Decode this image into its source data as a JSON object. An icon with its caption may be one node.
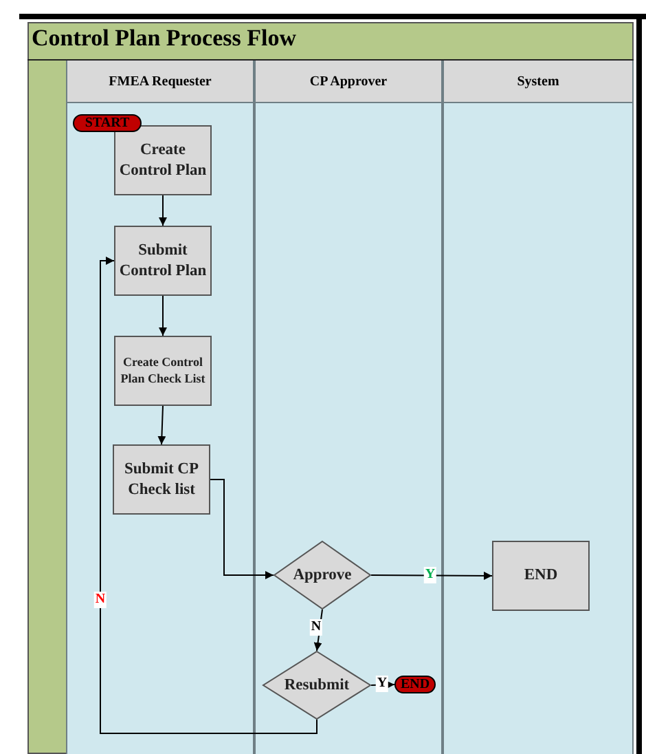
{
  "diagram": {
    "title": "Control Plan Process Flow",
    "nodes": [
      {
        "text": [
          "FMEA Requester"
        ]
      },
      {
        "text": [
          "CP Approver"
        ]
      },
      {
        "text": [
          "System"
        ]
      },
      {
        "text": [
          "START"
        ],
        "in": 0
      },
      {
        "text": [
          "Create Control Plan"
        ],
        "in": 0
      },
      {
        "text": [
          "Submit Control Plan"
        ],
        "in": 0
      },
      {
        "text": [
          "Create Control Plan Check List"
        ],
        "in": 0
      },
      {
        "text": [
          "Submit CP Check list"
        ],
        "in": 0
      },
      {
        "text": [
          "Approve"
        ],
        "in": 1
      },
      {
        "text": [
          "END"
        ],
        "in": 2
      },
      {
        "text": [
          "Resubmit"
        ],
        "in": 1
      },
      {
        "text": [
          "END"
        ],
        "in": 1
      }
    ],
    "edges": [
      {
        "from": 4,
        "to": 5,
        "arrow": "to"
      },
      {
        "from": 5,
        "to": 6,
        "arrow": "to"
      },
      {
        "from": 6,
        "to": 7,
        "arrow": "to"
      },
      {
        "from": 7,
        "to": 8,
        "arrow": "to"
      },
      {
        "from": 8,
        "to": 9,
        "arrow": "to",
        "label": "Y"
      },
      {
        "from": 8,
        "to": 10,
        "arrow": "to",
        "label": "N"
      },
      {
        "from": 10,
        "to": 11,
        "arrow": "to",
        "label": "Y"
      },
      {
        "from": 10,
        "to": 5,
        "arrow": "to",
        "label": "N"
      }
    ]
  }
}
